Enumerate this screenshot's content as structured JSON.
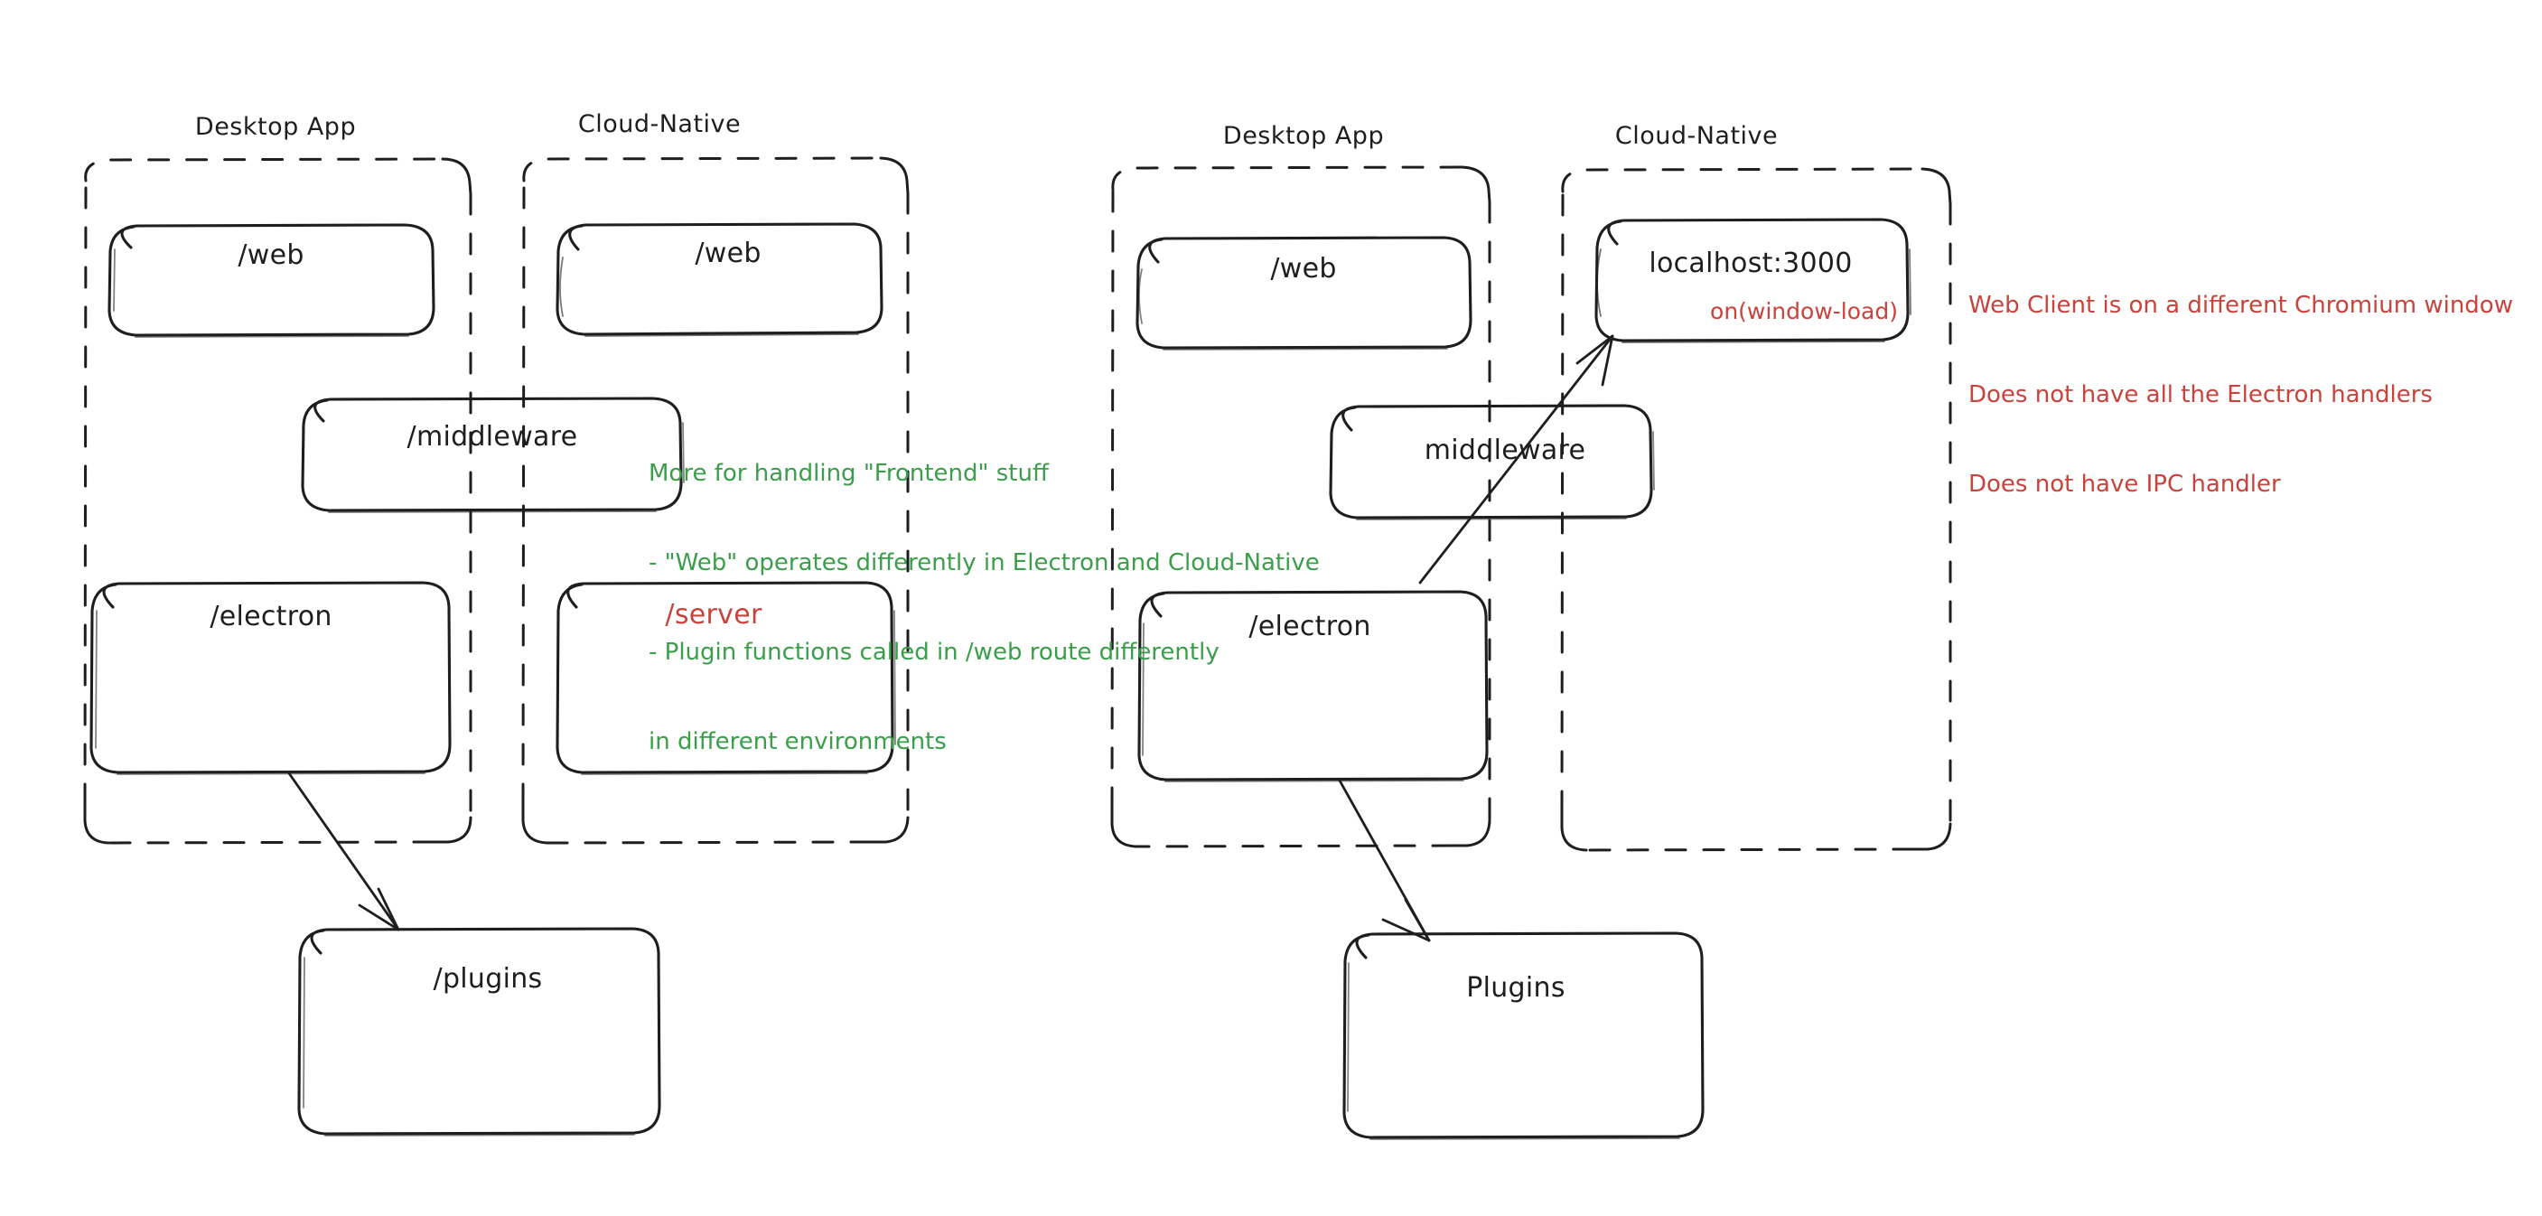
{
  "diagram": {
    "title_hidden": "",
    "colors": {
      "stroke": "#1e1e1e",
      "green": "#3a9e4a",
      "red": "#c9433d",
      "background": "#ffffff"
    },
    "groups": [
      {
        "id": "left-desktop",
        "label": "Desktop App"
      },
      {
        "id": "left-cloud",
        "label": "Cloud-Native"
      },
      {
        "id": "right-desktop",
        "label": "Desktop App"
      },
      {
        "id": "right-cloud",
        "label": "Cloud-Native"
      }
    ],
    "left_panel": {
      "desktop_app": {
        "group_label": "Desktop App",
        "nodes": [
          {
            "id": "l-web",
            "label": "/web"
          },
          {
            "id": "l-electron",
            "label": "/electron"
          }
        ]
      },
      "cloud_native": {
        "group_label": "Cloud-Native",
        "nodes": [
          {
            "id": "l-cloud-web",
            "label": "/web"
          },
          {
            "id": "l-server",
            "label": "/server",
            "color": "red"
          }
        ]
      },
      "straddling_nodes": [
        {
          "id": "l-middleware",
          "label": "/middleware"
        }
      ],
      "outside_nodes": [
        {
          "id": "l-plugins",
          "label": "/plugins"
        }
      ],
      "note": {
        "color": "green",
        "lines": [
          "More for handling \"Frontend\" stuff",
          "- \"Web\" operates differently in Electron and Cloud-Native",
          "- Plugin functions called in /web route differently",
          "in different environments"
        ]
      }
    },
    "right_panel": {
      "desktop_app": {
        "group_label": "Desktop App",
        "nodes": [
          {
            "id": "r-web",
            "label": "/web"
          },
          {
            "id": "r-electron",
            "label": "/electron"
          }
        ]
      },
      "cloud_native": {
        "group_label": "Cloud-Native",
        "nodes": [
          {
            "id": "r-localhost",
            "label": "localhost:3000",
            "sublabel": "on(window-load)",
            "sublabel_color": "red"
          }
        ]
      },
      "straddling_nodes": [
        {
          "id": "r-middleware",
          "label": "middleware"
        }
      ],
      "outside_nodes": [
        {
          "id": "r-plugins",
          "label": "Plugins"
        }
      ],
      "note": {
        "color": "red",
        "lines": [
          "Web Client is on a different Chromium window",
          "Does not have all the Electron handlers",
          "Does not have IPC handler"
        ]
      }
    },
    "arrows": [
      {
        "id": "arrow-left-electron-to-plugins",
        "from": "l-electron",
        "to": "l-plugins"
      },
      {
        "id": "arrow-right-electron-to-plugins",
        "from": "r-electron",
        "to": "r-plugins"
      },
      {
        "id": "arrow-right-electron-to-localhost",
        "from": "r-electron",
        "to": "r-localhost"
      }
    ]
  }
}
